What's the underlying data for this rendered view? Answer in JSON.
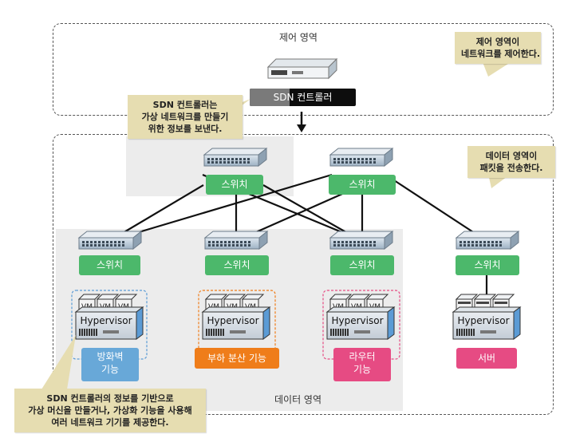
{
  "control_area": {
    "title": "제어 영역"
  },
  "controller": {
    "label": "SDN 컨트롤러"
  },
  "callouts": {
    "control": [
      "제어 영역이",
      "네트워크를 제어한다."
    ],
    "data": [
      "데이터 영역이",
      "패킷을 전송한다."
    ],
    "controller": [
      "SDN 컨트롤러는",
      "가상 네트워크를 만들기",
      "위한 정보를 보낸다."
    ],
    "bottom": [
      "SDN 컨트롤러의 정보를 기반으로",
      "가상 머신을 만들거나, 가상화 기능을 사용해",
      "여러 네트워크 기기를 제공한다."
    ]
  },
  "data_area": {
    "title": "데이터 영역"
  },
  "switch_label": "스위치",
  "hypervisor_label": "Hypervisor",
  "vm_label": "VM",
  "functions": {
    "firewall": [
      "방화벽",
      "기능"
    ],
    "load_balancer": "부하 분산 기능",
    "router": [
      "라우터",
      "기능"
    ],
    "server": "서버"
  },
  "colors": {
    "switch_tag": "#4cb86b",
    "firewall": "#68a8d8",
    "load_balancer": "#ef7d1a",
    "router": "#e64b83",
    "server": "#e64b83",
    "callout": "#e6ddb1"
  }
}
